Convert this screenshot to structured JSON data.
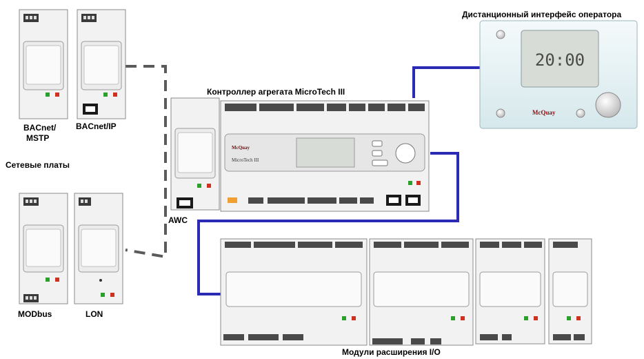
{
  "labels": {
    "remote_hmi": "Дистанционный интерфейс оператора",
    "unit_controller": "Контроллер агрегата MicroTech III",
    "network_boards": "Сетевые платы",
    "bacnet_mstp_line1": "BACnet/",
    "bacnet_mstp_line2": "MSTP",
    "bacnet_ip": "BACnet/IP",
    "modbus": "MODbus",
    "lon": "LON",
    "awc": "AWC",
    "io_modules": "Модули расширения I/O"
  },
  "devices": {
    "hmi_time": "20:00",
    "hmi_brand": "McQuay",
    "controller_brand": "McQuay",
    "controller_model": "MicroTech III"
  },
  "colors": {
    "link_blue": "#2a2ab4",
    "link_dashed": "#555555",
    "module_body": "#f2f2f2",
    "module_edge": "#8a8a8a",
    "led_green": "#2aa02a",
    "led_red": "#d03020",
    "hmi_frame": "#e8f2f4",
    "hmi_screen": "#d8dcd6"
  }
}
